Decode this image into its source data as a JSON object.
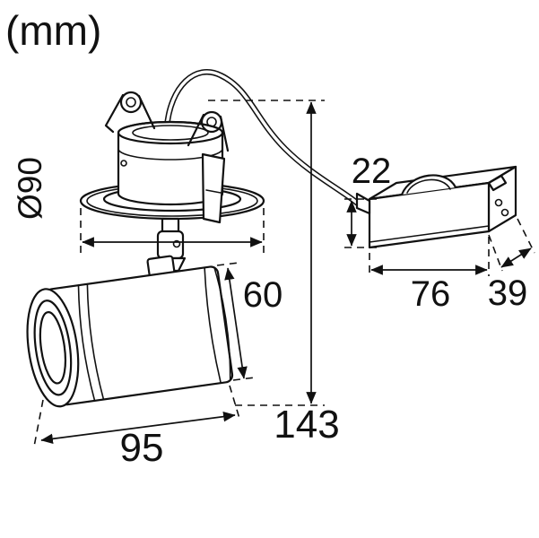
{
  "page": {
    "background": "#ffffff",
    "line_color": "#111111",
    "drawing_type": "luminaire dimension drawing"
  },
  "header": {
    "units_label": "(mm)"
  },
  "dimensions": {
    "trim_diameter": {
      "label": "Ø90"
    },
    "total_height": {
      "label": "143"
    },
    "head_diameter": {
      "label": "60"
    },
    "head_length": {
      "label": "95"
    },
    "driver_height": {
      "label": "22"
    },
    "driver_length": {
      "label": "76"
    },
    "driver_depth": {
      "label": "39"
    }
  }
}
